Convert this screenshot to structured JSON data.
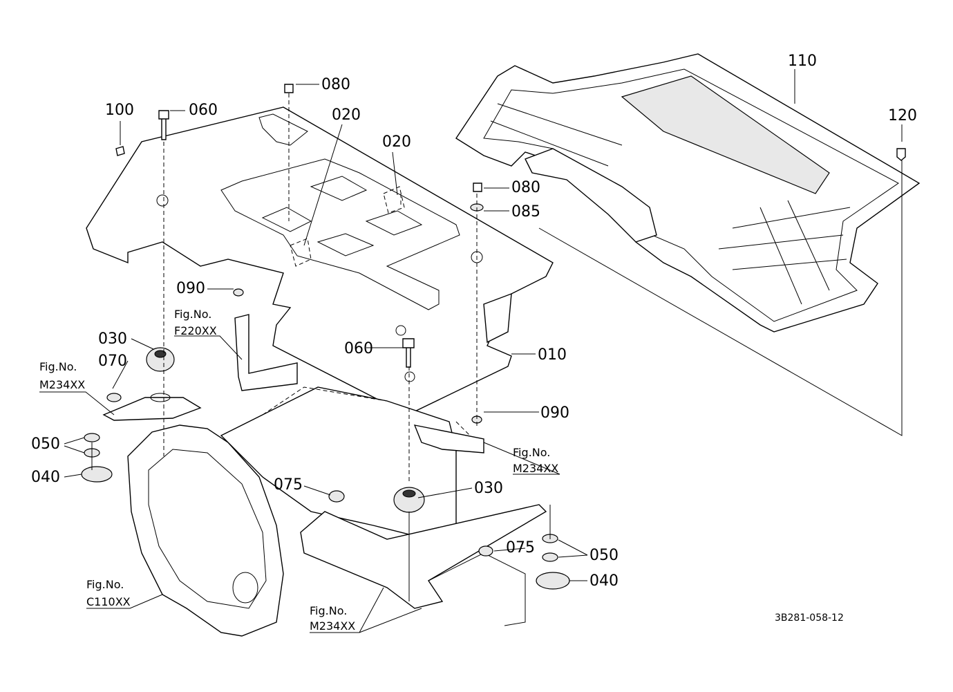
{
  "diagram": {
    "doc_code": "3B281-058-12",
    "callouts": {
      "c110": "110",
      "c120": "120",
      "c100": "100",
      "c060a": "060",
      "c080a": "080",
      "c020a": "020",
      "c020b": "020",
      "c080b": "080",
      "c085": "085",
      "c090a": "090",
      "c030a": "030",
      "c070": "070",
      "c050a": "050",
      "c040a": "040",
      "c060b": "060",
      "c010": "010",
      "c090b": "090",
      "c075a": "075",
      "c030b": "030",
      "c075b": "075",
      "c050b": "050",
      "c040b": "040"
    },
    "fig_refs": {
      "prefix": "Fig.No.",
      "f220": "F220XX",
      "m234_left": "M234XX",
      "m234_right": "M234XX",
      "c110": "C110XX",
      "m234_bottom": "M234XX"
    }
  }
}
